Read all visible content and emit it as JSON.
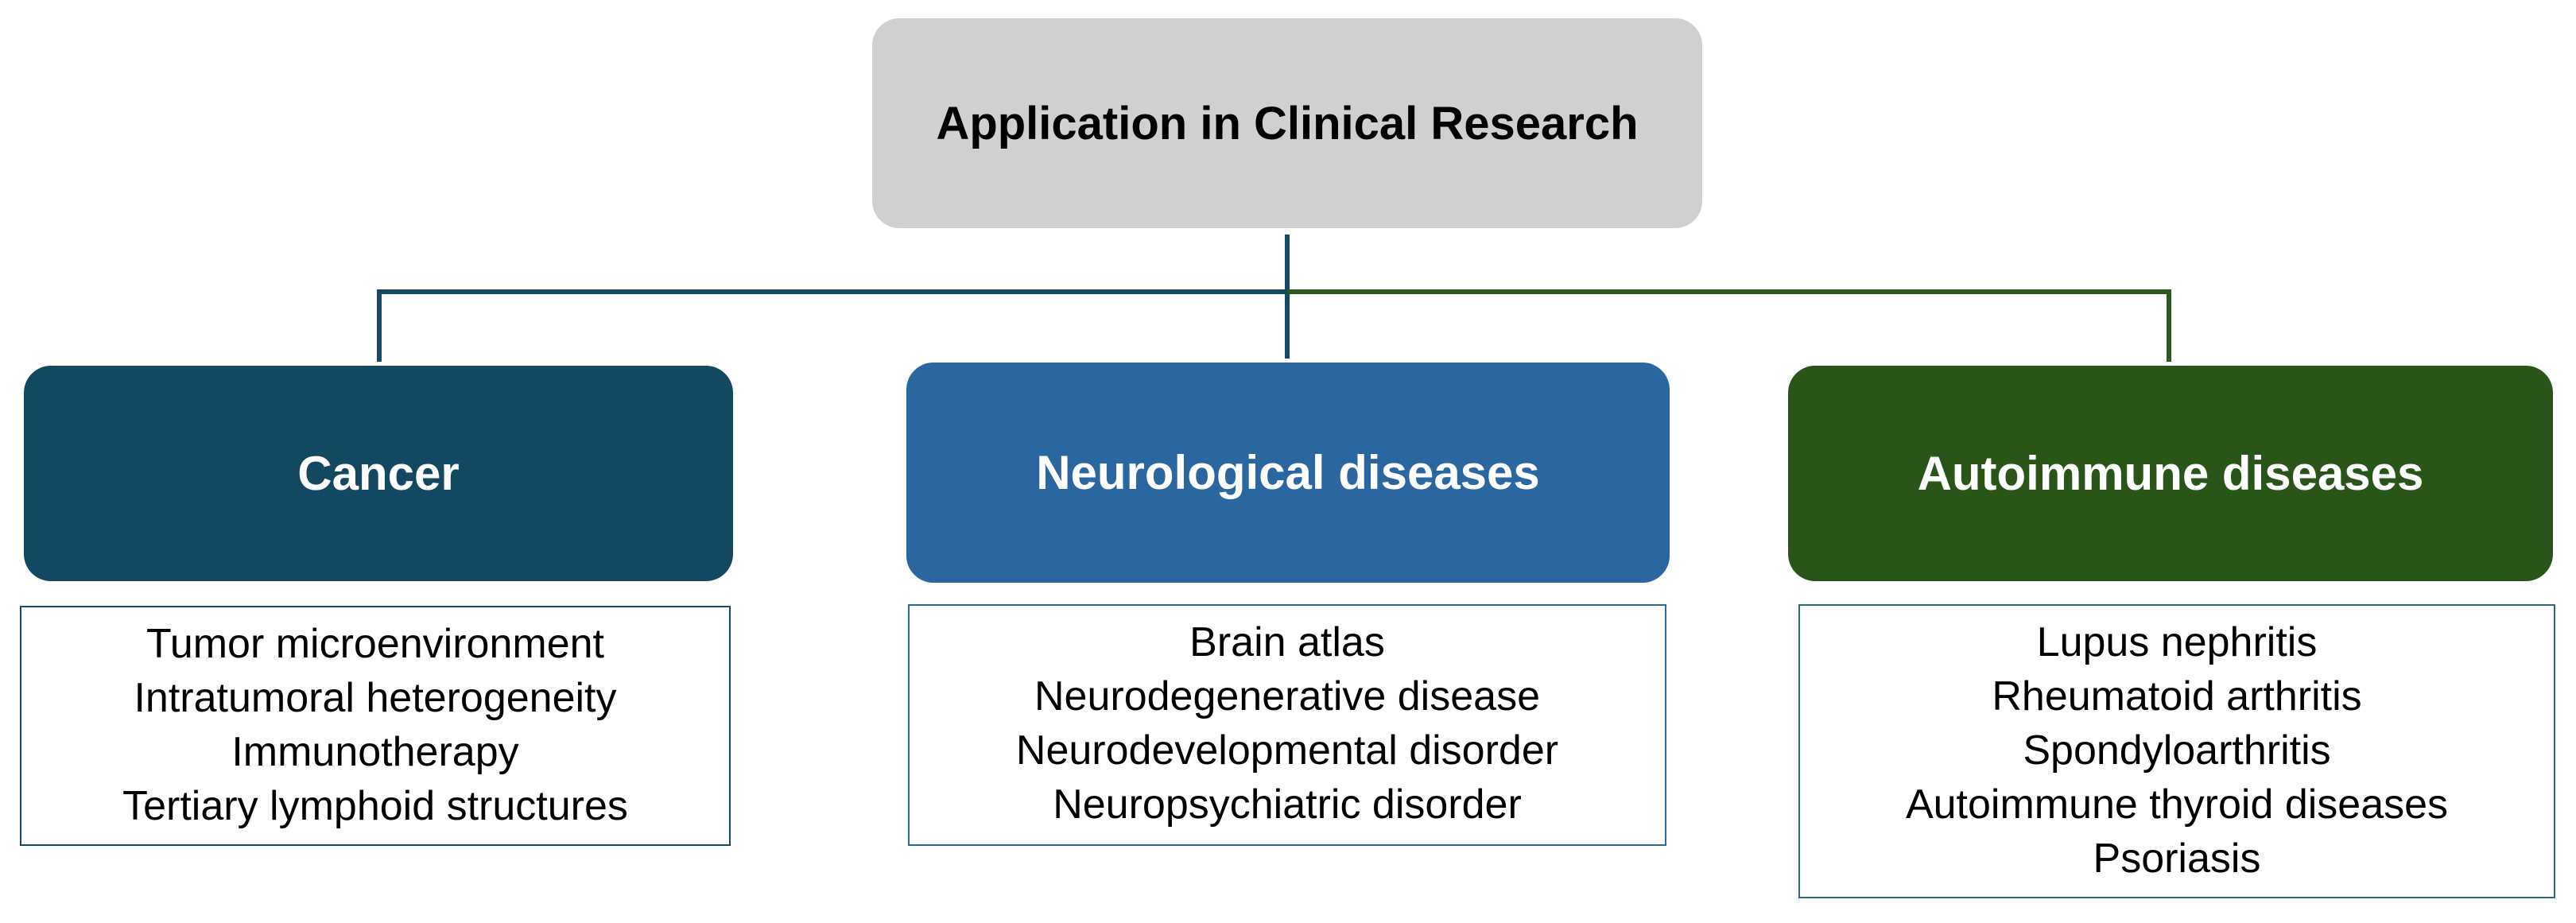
{
  "root": {
    "title": "Application in Clinical Research",
    "color": "#d0d0d0"
  },
  "categories": [
    {
      "title": "Cancer",
      "color": "#134861",
      "items": [
        "Tumor microenvironment",
        "Intratumoral heterogeneity",
        "Immunotherapy",
        "Tertiary lymphoid structures"
      ]
    },
    {
      "title": "Neurological diseases",
      "color": "#2a669f",
      "items": [
        "Brain atlas",
        "Neurodegenerative disease",
        "Neurodevelopmental disorder",
        "Neuropsychiatric disorder"
      ]
    },
    {
      "title": "Autoimmune diseases",
      "color": "#2a5518",
      "items": [
        "Lupus nephritis",
        "Rheumatoid arthritis",
        "Spondyloarthritis",
        "Autoimmune thyroid diseases",
        "Psoriasis"
      ]
    }
  ],
  "connector_colors": {
    "left": "#154a63",
    "right": "#2b5a1c"
  }
}
